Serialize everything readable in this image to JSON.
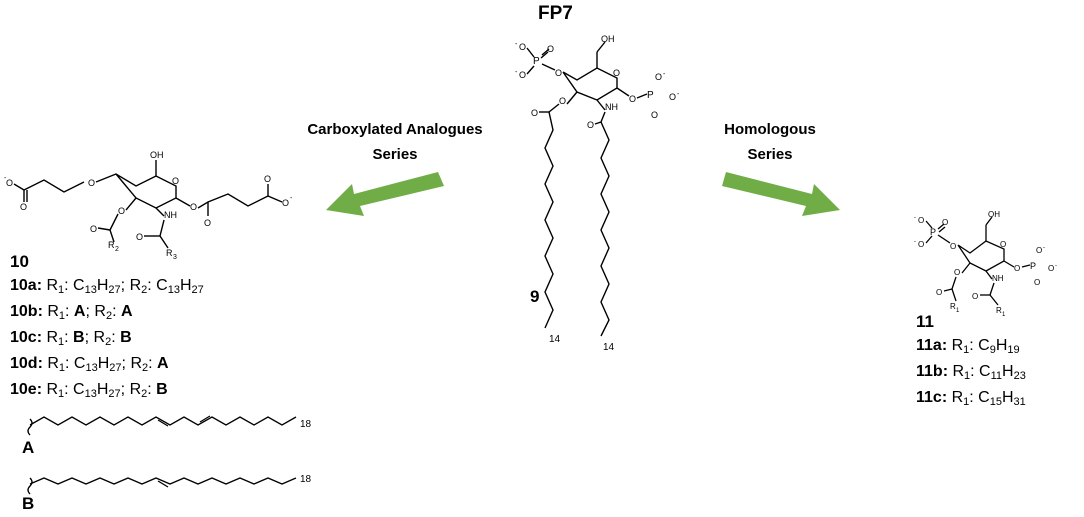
{
  "title": "FP7",
  "central": {
    "number": "9",
    "chain_left_end": "14",
    "chain_right_end": "14"
  },
  "arrows": {
    "left_label": "Carboxylated Analogues Series",
    "left_color": "#70AD47",
    "right_label": "Homologous Series",
    "right_color": "#70AD47"
  },
  "left": {
    "number": "10",
    "items": [
      {
        "id": "10a:",
        "r1": "C13H27",
        "r2": "C13H27"
      },
      {
        "id": "10b:",
        "r1": "A",
        "r2": "A"
      },
      {
        "id": "10c:",
        "r1": "B",
        "r2": "B"
      },
      {
        "id": "10d:",
        "r1": "C13H27",
        "r2": "A"
      },
      {
        "id": "10e:",
        "r1": "C13H27",
        "r2": "B"
      }
    ]
  },
  "chains": [
    {
      "label": "A",
      "end": "18"
    },
    {
      "label": "B",
      "end": "18"
    }
  ],
  "right": {
    "number": "11",
    "items": [
      {
        "id": "11a:",
        "r1": "C9H19"
      },
      {
        "id": "11b:",
        "r1": "C11H23"
      },
      {
        "id": "11c:",
        "r1": "C15H31"
      }
    ]
  },
  "atoms": {
    "oh": "OH",
    "nh": "NH",
    "o": "O",
    "p": "P",
    "o_minus": "O-",
    "r1": "R1",
    "r2": "R2",
    "r3": "R3"
  }
}
